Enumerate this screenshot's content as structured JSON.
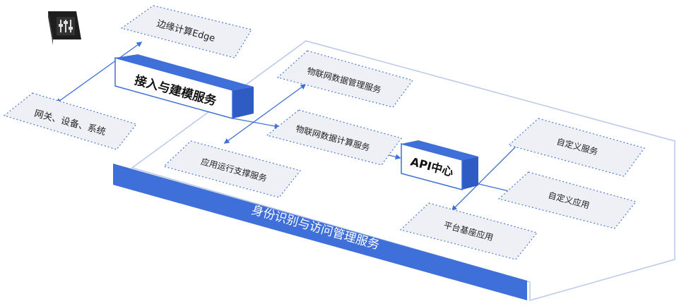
{
  "nodes": {
    "edge": "边缘计算Edge",
    "gateway": "网关、设备、系统",
    "access_modeling": "接入与建模服务",
    "iot_data_mgmt": "物联网数据管理服务",
    "iot_data_compute": "物联网数据计算服务",
    "app_runtime": "应用运行支撑服务",
    "api_center": "API中心",
    "custom_service": "自定义服务",
    "custom_app": "自定义应用",
    "platform_app": "平台基座应用"
  },
  "platform": {
    "iam_label": "身份识别与访问管理服务"
  },
  "icons": {
    "device": "edge-device-icon"
  },
  "colors": {
    "accent": "#3f6fd8",
    "card_border": "#4a7bd6",
    "card_fill": "#eef0f6",
    "platform_outline": "#b9c7ea",
    "white": "#ffffff"
  }
}
